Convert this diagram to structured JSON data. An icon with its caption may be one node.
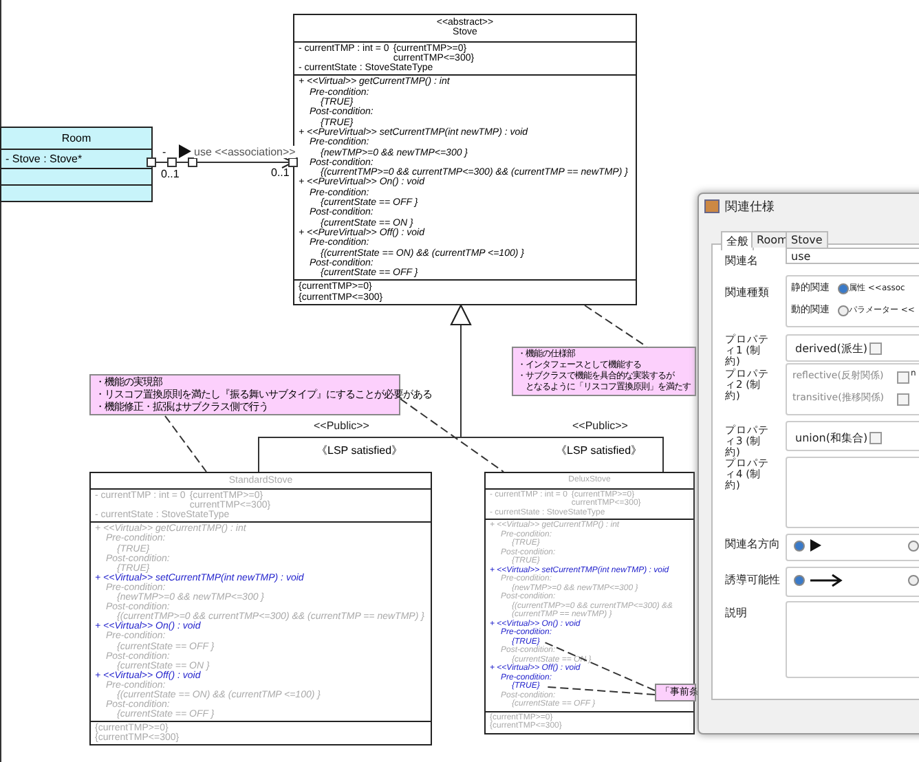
{
  "diagram": {
    "nodes": [
      {
        "text": [
          "Room",
          "- Stove : Stove*"
        ]
      },
      {
        "text": [
          "<<abstract>>",
          "Stove",
          "- currentTMP : int = 0",
          "{currentTMP>=0}",
          "currentTMP<=300}",
          "- currentState : StoveStateType",
          "+ <<Virtual>> getCurrentTMP() : int",
          "Pre-condition:",
          "{TRUE}",
          "Post-condition:",
          "{TRUE}",
          "+ <<PureVirtual>> setCurrentTMP(int newTMP) : void",
          "Pre-condition:",
          "{newTMP>=0 && newTMP<=300 }",
          "Post-condition:",
          "{(currentTMP>=0 && currentTMP<=300) && (currentTMP == newTMP) }",
          "+ <<PureVirtual>> On() : void",
          "Pre-condition:",
          "{currentState == OFF }",
          "Post-condition:",
          "{currentState == ON }",
          "+ <<PureVirtual>> Off() : void",
          "Pre-condition:",
          "{(currentState == ON) && (currentTMP <=100) }",
          "Post-condition:",
          "{currentState == OFF }",
          "{currentTMP>=0}",
          "{currentTMP<=300}"
        ]
      },
      {
        "text": [
          "・機能の実現部",
          "・リスコフ置換原則を満たし『振る舞いサブタイプ』にすることが必要がある",
          "・機能修正・拡張はサブクラス側で行う"
        ]
      },
      {
        "text": [
          "・機能の仕様部",
          "・インタフェースとして機能する",
          "・サブクラスで機能を具合的な実装するが",
          "となるように「リスコフ置換原則」を満たす"
        ]
      },
      {
        "text": [
          "StandardStove",
          "- currentTMP : int = 0",
          "{currentTMP>=0}",
          "currentTMP<=300}",
          "- currentState : StoveStateType",
          "+ <<Virtual>> getCurrentTMP() : int",
          "Pre-condition:",
          "{TRUE}",
          "Post-condition:",
          "{TRUE}",
          "+ <<Virtual>> setCurrentTMP(int newTMP) : void",
          "Pre-condition:",
          "{newTMP>=0 && newTMP<=300 }",
          "Post-condition:",
          "{(currentTMP>=0 && currentTMP<=300) && (currentTMP == newTMP) }",
          "+ <<Virtual>> On() : void",
          "Pre-condition:",
          "{currentState == OFF }",
          "Post-condition:",
          "{currentState == ON }",
          "+ <<Virtual>> Off() : void",
          "Pre-condition:",
          "{(currentState == ON) && (currentTMP <=100) }",
          "Post-condition:",
          "{currentState == OFF }",
          "{currentTMP>=0}",
          "{currentTMP<=300}"
        ]
      },
      {
        "text": [
          "DeluxStove",
          "- currentTMP : int = 0",
          "{currentTMP>=0}",
          "currentTMP<=300}",
          "- currentState : StoveStateType",
          "+ <<Virtual>> getCurrentTMP() : int",
          "Pre-condition:",
          "{TRUE}",
          "Post-condition:",
          "{TRUE}",
          "+ <<Virtual>> setCurrentTMP(int newTMP) : void",
          "Pre-condition:",
          "{newTMP>=0 && newTMP<=300 }",
          "Post-condition:",
          "{(currentTMP>=0 && currentTMP<=300) && (currentTMP == newTMP) }",
          "+ <<Virtual>> On() : void",
          "Pre-condition:",
          "{TRUE}",
          "Post-condition:",
          "{currentState == ON }",
          "+ <<Virtual>> Off() : void",
          "Pre-condition:",
          "{TRUE}",
          "Post-condition:",
          "{currentState == OFF }",
          "{currentTMP>=0}",
          "{currentTMP<=300}"
        ]
      },
      {
        "text": [
          "「事前条"
        ],
        "in": 5
      }
    ],
    "edges": [
      {
        "from": 0,
        "to": 1,
        "arrow": "to",
        "label": "use <<association>>"
      },
      {
        "from": 4,
        "to": 1,
        "arrow": "to",
        "label": "<<Public>>"
      },
      {
        "from": 5,
        "to": 1,
        "arrow": "to",
        "label": "<<Public>>"
      },
      {
        "from": 2,
        "to": 4,
        "arrow": "none",
        "style": "dashed"
      },
      {
        "from": 2,
        "to": 5,
        "arrow": "none",
        "style": "dashed"
      },
      {
        "from": 1,
        "to": 3,
        "arrow": "none",
        "style": "dashed"
      },
      {
        "from": 6,
        "to": 5,
        "arrow": "none",
        "style": "dashed"
      },
      {
        "from": 6,
        "to": 5,
        "arrow": "none",
        "style": "dashed"
      }
    ],
    "labels": [
      "-",
      "0..1",
      "0..1",
      "《LSP satisfied》",
      "《LSP satisfied》",
      "関連仕様",
      "全般",
      "Room",
      "Stove",
      "関連名",
      "use",
      "関連種類",
      "静的関連",
      "属性 <<assoc",
      "動的関連",
      "パラメーター <<",
      "プロパティ1 (制約)",
      "derived(派生)",
      "プロパティ2 (制約)",
      "reflective(反射関係)",
      "n",
      "transitive(推移関係)",
      "プロパティ3 (制約)",
      "union(和集合)",
      "プロパティ4 (制約)",
      "関連名方向",
      "誘導可能性",
      "説明"
    ]
  }
}
